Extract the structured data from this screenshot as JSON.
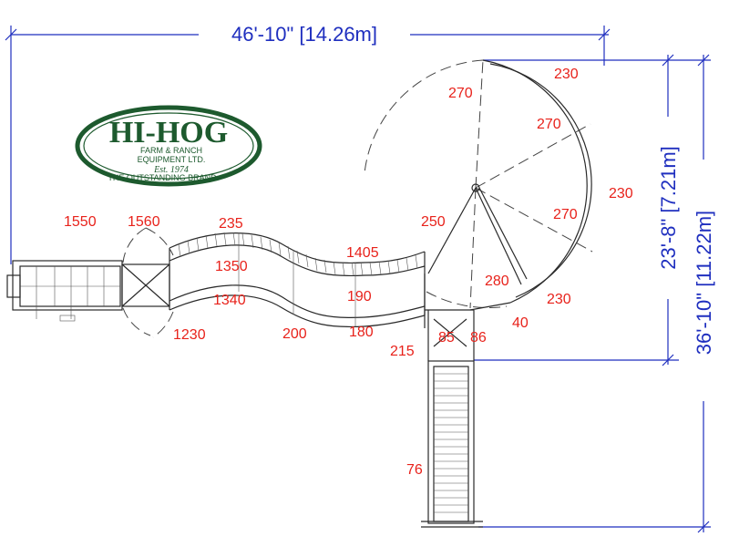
{
  "logo": {
    "name": "HI-HOG",
    "line1": "FARM & RANCH",
    "line2": "EQUIPMENT LTD.",
    "est": "Est. 1974",
    "tagline": "THE OUTSTANDING BRAND",
    "color": "#1d5a2e"
  },
  "dimensions": {
    "overall_width": "46'-10\" [14.26m]",
    "upper_height": "23'-8\" [7.21m]",
    "overall_height": "36'-10\" [11.22m]",
    "color": "#1f2fbf"
  },
  "labels": {
    "l1550": "1550",
    "l1560": "1560",
    "l235": "235",
    "l1350": "1350",
    "l1405": "1405",
    "l1340": "1340",
    "l190": "190",
    "l1230": "1230",
    "l200": "200",
    "l180": "180",
    "l215": "215",
    "l85": "85",
    "l86": "86",
    "l40": "40",
    "l76": "76",
    "l250": "250",
    "l280": "280",
    "c230a": "230",
    "c270a": "270",
    "c270b": "270",
    "c230b": "230",
    "c270c": "270",
    "c230c": "230",
    "color": "#e8221b"
  }
}
